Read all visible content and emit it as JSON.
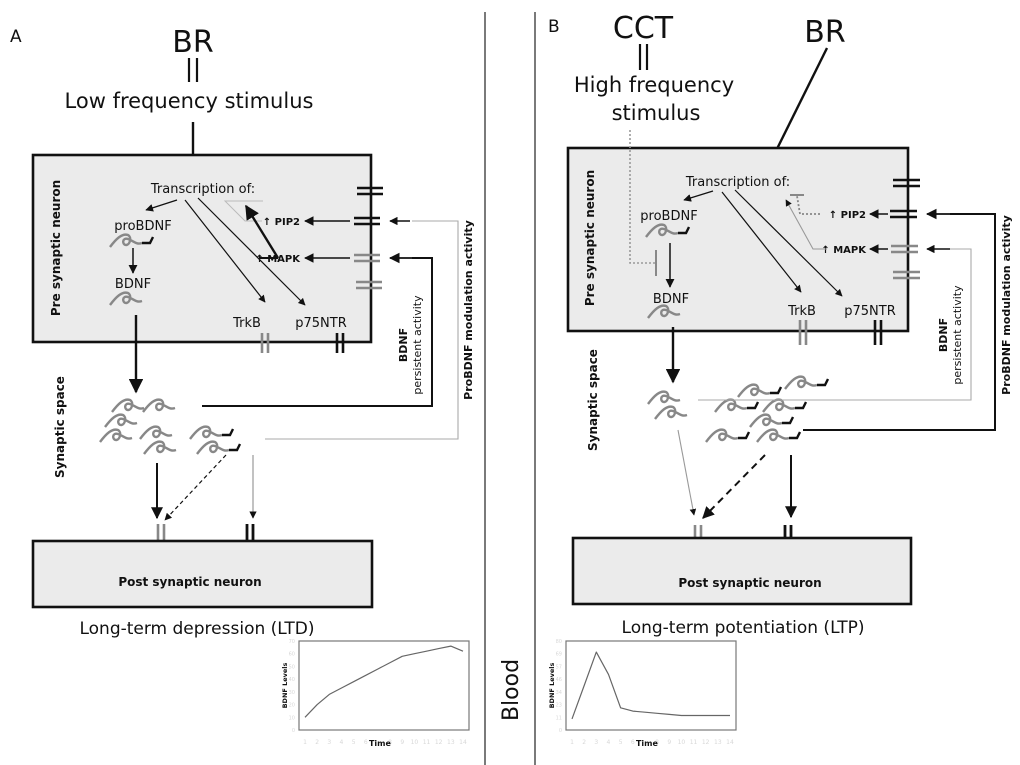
{
  "divider_label": "Blood",
  "panels": {
    "A": {
      "letter": "A",
      "stimulus_source": "BR",
      "stimulus": "Low frequency stimulus",
      "pre_label": "Pre synaptic neuron",
      "transcription": "Transcription of:",
      "probdnf": "proBDNF",
      "bdnf": "BDNF",
      "trkb": "TrkB",
      "p75ntr": "p75NTR",
      "pip2": "↑ PIP2",
      "mapk": "↑ MAPK",
      "synaptic_space": "Synaptic space",
      "post_label": "Post synaptic neuron",
      "bdnf_loop_title": "BDNF",
      "bdnf_loop_sub": "persistent activity",
      "probdnf_loop": "ProBDNF modulation activity",
      "outcome": "Long-term depression (LTD)"
    },
    "B": {
      "letter": "B",
      "stimulus_source_1": "CCT",
      "stimulus_source_2": "BR",
      "stimulus_line1": "High frequency",
      "stimulus_line2": "stimulus",
      "pre_label": "Pre synaptic neuron",
      "transcription": "Transcription of:",
      "probdnf": "proBDNF",
      "bdnf": "BDNF",
      "trkb": "TrkB",
      "p75ntr": "p75NTR",
      "pip2": "↑ PIP2",
      "mapk": "↑ MAPK",
      "synaptic_space": "Synaptic space",
      "post_label": "Post synaptic neuron",
      "bdnf_loop_title": "BDNF",
      "bdnf_loop_sub": "persistent activity",
      "probdnf_loop": "ProBDNF modulation activity",
      "outcome": "Long-term potentiation (LTP)"
    }
  },
  "chart_data": [
    {
      "type": "line",
      "title": "",
      "xlabel": "Time",
      "ylabel": "BDNF Levels",
      "x": [
        1,
        2,
        3,
        4,
        5,
        6,
        7,
        8,
        9,
        10,
        11,
        12,
        13,
        14
      ],
      "xticks": [
        "1",
        "2",
        "3",
        "4",
        "5",
        "6",
        "7",
        "8",
        "9",
        "10",
        "11",
        "12",
        "13",
        "14"
      ],
      "y": [
        10,
        20,
        28,
        33,
        38,
        43,
        48,
        53,
        58,
        60,
        62,
        64,
        66,
        62
      ],
      "ylim": [
        0,
        70
      ],
      "grid": false
    },
    {
      "type": "line",
      "title": "",
      "xlabel": "Time",
      "ylabel": "BDNF Levels",
      "x": [
        1,
        2,
        3,
        4,
        5,
        6,
        7,
        8,
        9,
        10,
        11,
        12,
        13,
        14
      ],
      "xticks": [
        "1",
        "2",
        "3",
        "4",
        "5",
        "6",
        "7",
        "8",
        "9",
        "10",
        "11",
        "12",
        "13",
        "14"
      ],
      "y": [
        10,
        40,
        70,
        50,
        20,
        17,
        16,
        15,
        14,
        13,
        13,
        13,
        13,
        13
      ],
      "ylim": [
        0,
        80
      ],
      "grid": false
    }
  ]
}
